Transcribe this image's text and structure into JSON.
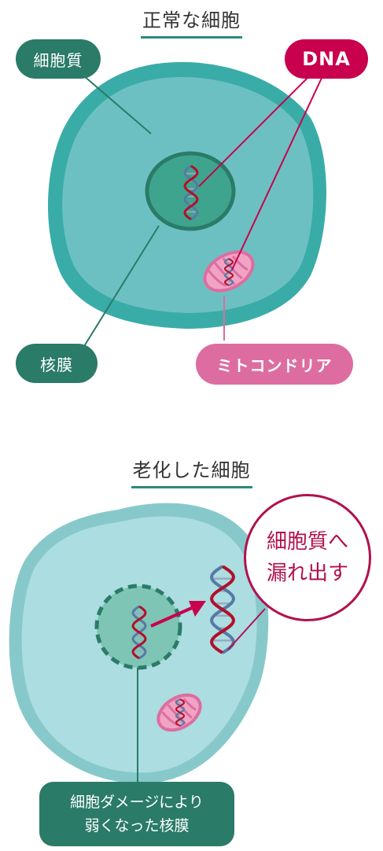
{
  "normal": {
    "title": "正常な細胞",
    "labels": {
      "cytoplasm": "細胞質",
      "dna": "DNA",
      "nuclear_membrane": "核膜",
      "mitochondria": "ミトコンドリア"
    }
  },
  "aged": {
    "title": "老化した細胞",
    "leak_line1": "細胞質へ",
    "leak_line2": "漏れ出す",
    "membrane_line1": "細胞ダメージにより",
    "membrane_line2": "弱くなった核膜"
  },
  "colors": {
    "cell_outer_normal": "#3aaca8",
    "cell_inner_normal": "#6dc0c2",
    "nucleus_normal": "#3fa48d",
    "cell_outer_aged": "#87c9cb",
    "cell_inner_aged": "#acdde0",
    "nucleus_aged": "#7ec5b5",
    "label_green": "#2a7b68",
    "label_crimson": "#c8004e",
    "label_pink": "#dd6da0",
    "dna_red": "#b0102c",
    "dna_blue": "#5779a5"
  }
}
